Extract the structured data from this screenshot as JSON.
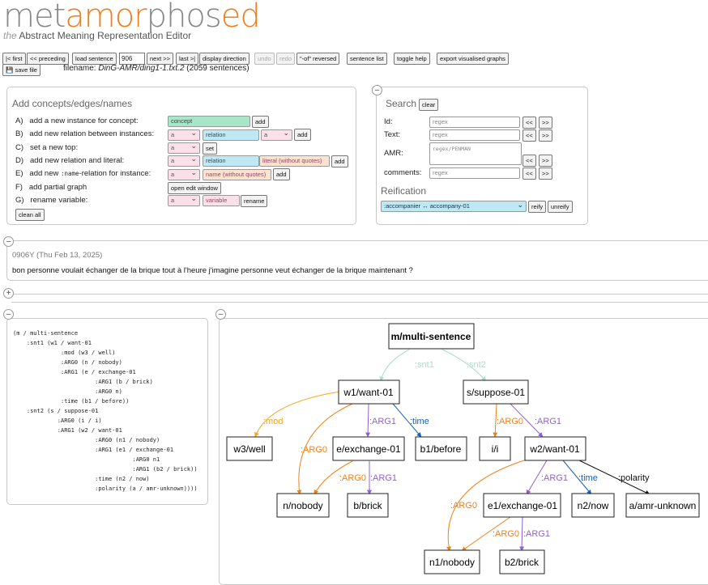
{
  "logo": {
    "part1": "met",
    "part2": "amor",
    "part3": "phos",
    "part4": "ed"
  },
  "tagline": {
    "the": "the",
    "rest": "Abstract Meaning Representation Editor"
  },
  "toolbar": {
    "first": "|< first",
    "preceding": "<< preceding",
    "load_sentence": "load sentence",
    "sentence_number": "906",
    "next": "next >>",
    "last": "last >|",
    "display_direction": "display direction",
    "undo": "undo",
    "redo": "redo",
    "of_reversed": "\"-of\" reversed",
    "sentence_list": "sentence list",
    "toggle_help": "toggle help",
    "export": "export visualised graphs",
    "save_file": "save file",
    "filename_label": "filename:",
    "filename": "DinG-AMR/ding1-1.txt.2",
    "sentence_count": "(2059 sentences)"
  },
  "add_panel": {
    "title": "Add concepts/edges/names",
    "rows": [
      {
        "key": "A)",
        "label": "add a new instance for concept:"
      },
      {
        "key": "B)",
        "label": "add new relation between instances:"
      },
      {
        "key": "C)",
        "label": "set a new top:"
      },
      {
        "key": "D)",
        "label": "add new relation and literal:"
      },
      {
        "key": "E)",
        "label_pre": "add new ",
        "label_code": ":name",
        "label_post": "-relation for instance:"
      },
      {
        "key": "F)",
        "label": "add partial graph"
      },
      {
        "key": "G)",
        "label": "rename variable:"
      }
    ],
    "concept_ph": "concept",
    "relation_ph": "relation",
    "literal_ph": "literal (without quotes)",
    "name_ph": "name (without quotes)",
    "variable_ph": "variable",
    "select_a": "a",
    "add": "add",
    "set": "set",
    "open_edit": "open edit window",
    "rename": "rename",
    "clean_all": "clean all"
  },
  "search_panel": {
    "title": "Search",
    "clear": "clear",
    "id_label": "Id:",
    "text_label": "Text:",
    "amr_label": "AMR:",
    "comments_label": "comments:",
    "regex_ph": "regex",
    "amr_ph": "regex/PENMAN",
    "prev": "<<",
    "next": ">>",
    "reification_title": "Reification",
    "reification_value": ":accompanier ↔ accompany-01",
    "reify": "reify",
    "unreify": "unreify"
  },
  "sentence": {
    "id": "0906Y (Thu Feb 13, 2025)",
    "text": "bon personne voulait échanger de la brique tout à l'heure j'imagine personne veut échanger de la brique maintenant ?"
  },
  "penman": "(m / multi-sentence\n    :snt1 (w1 / want-01\n              :mod (w3 / well)\n              :ARG0 (n / nobody)\n              :ARG1 (e / exchange-01\n                        :ARG1 (b / brick)\n                        :ARG0 n)\n              :time (b1 / before))\n    :snt2 (s / suppose-01\n             :ARG0 (i / i)\n             :ARG1 (w2 / want-01\n                        :ARG0 (n1 / nobody)\n                        :ARG1 (e1 / exchange-01\n                                   :ARG0 n1\n                                   :ARG1 (b2 / brick))\n                        :time (n2 / now)\n                        :polarity (a / amr-unknown))))",
  "graph": {
    "colors": {
      "snt": "#a8dfc8",
      "mod": "#f5a623",
      "arg0": "#f08018",
      "arg1": "#9060d0",
      "time": "#1a5fb4",
      "polarity": "#111111"
    },
    "nodes": {
      "m": "m/multi-sentence",
      "w1": "w1/want-01",
      "s": "s/suppose-01",
      "w3": "w3/well",
      "e": "e/exchange-01",
      "b1": "b1/before",
      "i": "i/i",
      "w2": "w2/want-01",
      "n": "n/nobody",
      "b": "b/brick",
      "e1": "e1/exchange-01",
      "n2": "n2/now",
      "a": "a/amr-unknown",
      "n1": "n1/nobody",
      "b2": "b2/brick"
    },
    "edges": {
      "snt1": ":snt1",
      "snt2": ":snt2",
      "mod": ":mod",
      "arg0": ":ARG0",
      "arg1": ":ARG1",
      "time": ":time",
      "polarity": ":polarity"
    }
  }
}
